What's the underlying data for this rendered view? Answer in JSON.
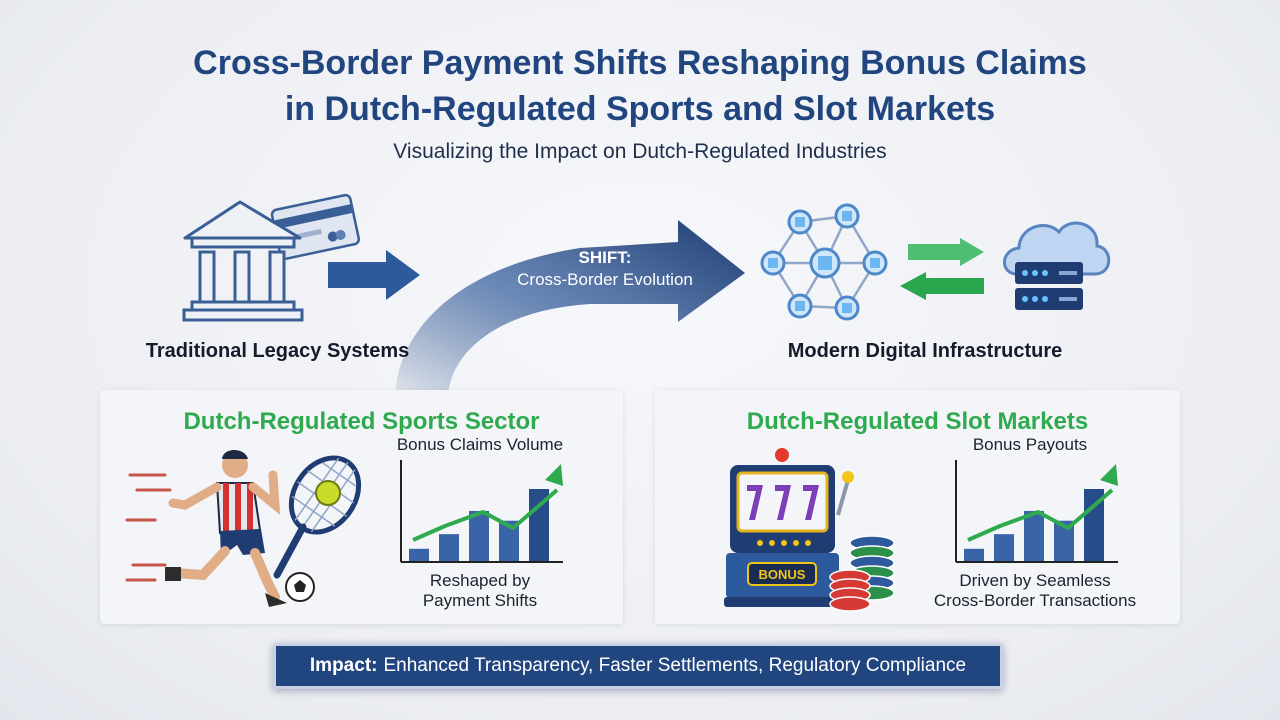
{
  "title_line1": "Cross-Border Payment Shifts Reshaping Bonus Claims",
  "title_line2": "in Dutch-Regulated Sports and Slot Markets",
  "subtitle": "Visualizing the Impact on Dutch-Regulated Industries",
  "left_label": "Traditional Legacy Systems",
  "right_label": "Modern Digital Infrastructure",
  "shift": {
    "head": "SHIFT:",
    "body": "Cross-Border Evolution"
  },
  "sports_panel": {
    "title": "Dutch-Regulated Sports Sector",
    "chart_title": "Bonus Claims Volume",
    "caption_line1": "Reshaped by",
    "caption_line2": "Payment Shifts"
  },
  "slots_panel": {
    "title": "Dutch-Regulated Slot Markets",
    "chart_title": "Bonus Payouts",
    "caption_line1": "Driven by Seamless",
    "caption_line2": "Cross-Border Transactions",
    "machine_label": "BONUS"
  },
  "impact": {
    "label": "Impact:",
    "text": "Enhanced Transparency, Faster Settlements, Regulatory Compliance"
  },
  "colors": {
    "navy": "#21467f",
    "green": "#2faa4f",
    "bar": "#3a64a8"
  },
  "chart_data": [
    {
      "type": "bar",
      "title": "Bonus Claims Volume",
      "values": [
        1,
        2.2,
        4.1,
        3.3,
        5.9
      ],
      "trend": "rising"
    },
    {
      "type": "bar",
      "title": "Bonus Payouts",
      "values": [
        1,
        2.2,
        4.1,
        3.3,
        5.9
      ],
      "trend": "rising"
    }
  ]
}
